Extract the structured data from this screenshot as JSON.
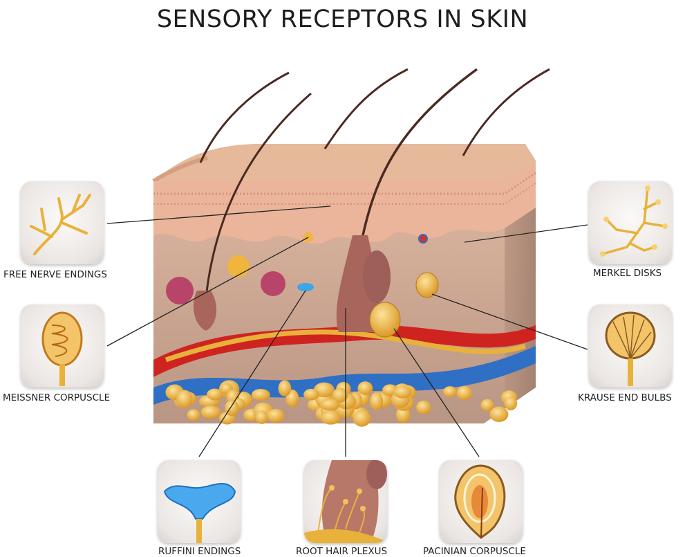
{
  "title": "SENSORY RECEPTORS IN SKIN",
  "receptors": [
    {
      "id": "free-nerve-endings",
      "label": "FREE NERVE ENDINGS"
    },
    {
      "id": "meissner-corpuscle",
      "label": "MEISSNER CORPUSCLE"
    },
    {
      "id": "merkel-disks",
      "label": "MERKEL DISKS"
    },
    {
      "id": "krause-end-bulbs",
      "label": "KRAUSE END BULBS"
    },
    {
      "id": "ruffini-endings",
      "label": "RUFFINI ENDINGS"
    },
    {
      "id": "root-hair-plexus",
      "label": "ROOT HAIR PLEXUS"
    },
    {
      "id": "pacinian-corpuscle",
      "label": "PACINIAN CORPUSCLE"
    }
  ],
  "colors": {
    "nerve": "#e8b23a",
    "artery": "#d3211f",
    "vein": "#2f6fc4",
    "epidermis": "#e9b79c",
    "dermis": "#c9a48e",
    "fat": "#f0b53c"
  }
}
